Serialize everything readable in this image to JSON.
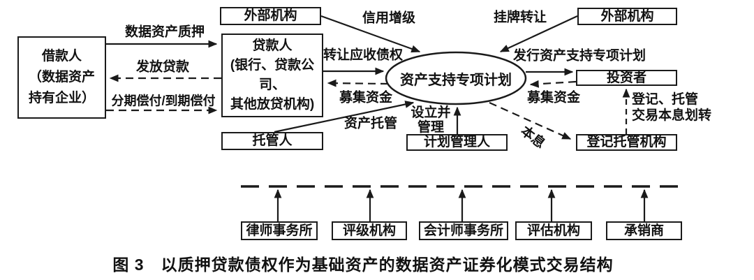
{
  "figure": {
    "caption": "图 3　以质押贷款债权作为基础资产的数据资产证券化模式交易结构",
    "nodes": {
      "borrower": "借款人\n（数据资产\n持有企业）",
      "lender": "贷款人\n(银行、贷款公司、\n其他放贷机构)",
      "external_left": "外部机构",
      "external_right": "外部机构",
      "spv": "资产支持专项计划",
      "custodian": "托管人",
      "plan_manager": "计划管理人",
      "investor": "投资者",
      "registrar": "登记托管机构",
      "law_firm": "律师事务所",
      "rating_agency": "评级机构",
      "accounting_firm": "会计师事务所",
      "appraisal_agency": "评估机构",
      "underwriter": "承销商"
    },
    "edge_labels": {
      "pledge": "数据资产质押",
      "grant_loan": "发放贷款",
      "repayment": "分期偿付/到期偿付",
      "credit_enhancement": "信用增级",
      "listing_transfer": "挂牌转让",
      "transfer_receivables": "转让应收债权",
      "raised_funds_left": "募集资金",
      "asset_custody": "资产托管",
      "setup_manage": "设立并\n管理",
      "issue_plan": "发行资产支持专项计划",
      "raised_funds_right": "募集资金",
      "register_custody": "登记、托管\n交易本息划转",
      "principal_interest": "本息"
    },
    "colors": {
      "stroke": "#1a1a1a",
      "background": "#ffffff"
    }
  }
}
